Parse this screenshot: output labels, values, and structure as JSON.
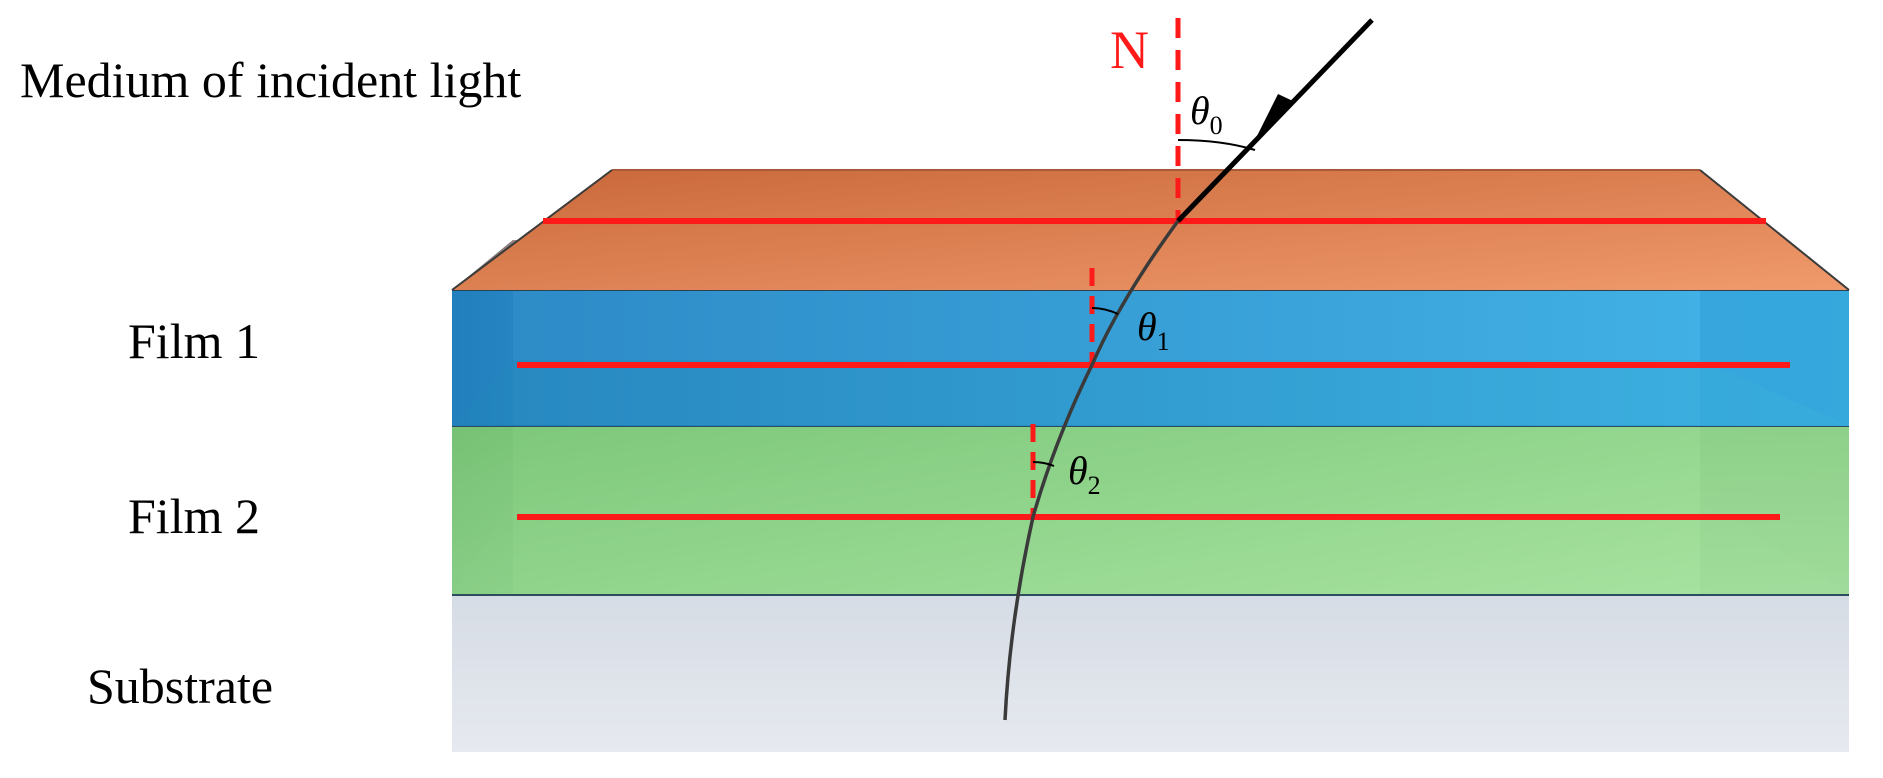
{
  "labels": {
    "incident_medium": "Medium of incident light",
    "film1": "Film 1",
    "film2": "Film 2",
    "substrate": "Substrate",
    "normal": "N"
  },
  "angles": {
    "theta0": {
      "symbol": "θ",
      "sub": "0"
    },
    "theta1": {
      "symbol": "θ",
      "sub": "1"
    },
    "theta2": {
      "symbol": "θ",
      "sub": "2"
    }
  },
  "colors": {
    "incident_layer": "#e8875a",
    "film1_layer": "#2a9fd8",
    "film2_layer": "#8fd68a",
    "substrate_layer": "#dfe3ea",
    "side_walls": "#5d6f86",
    "interfaces_and_normals": "#ff1a1a",
    "ray": "#000000"
  },
  "icons": {
    "ray_arrow": "arrowhead"
  }
}
